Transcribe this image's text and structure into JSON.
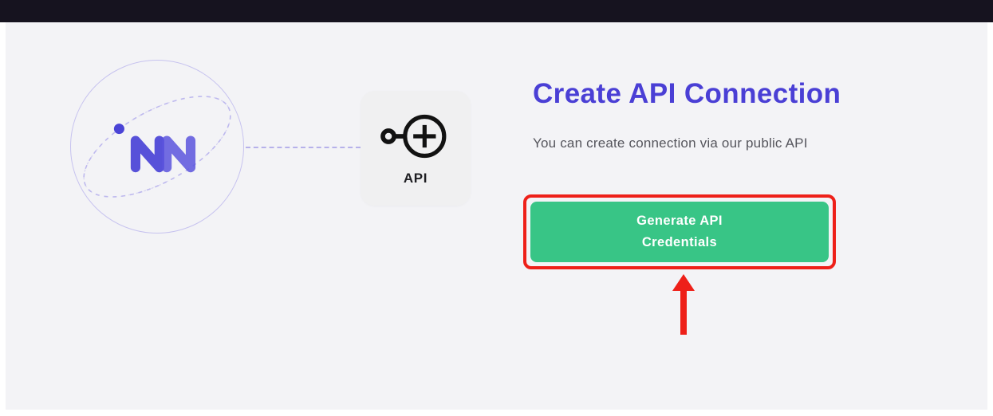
{
  "illustration": {
    "node_label": "API"
  },
  "content": {
    "title": "Create API Connection",
    "subtitle": "You can create connection via our public API",
    "generate_button_label": "Generate API\nCredentials"
  },
  "colors": {
    "accent_indigo": "#4a3fd5",
    "button_green": "#38c586",
    "annotation_red": "#ee2019",
    "logo_indigo": "#4a43d6",
    "topbar_dark": "#16131f",
    "page_background": "#f3f3f6"
  },
  "icons": {
    "brand_logo": "brand-logo-icon",
    "api_node": "key-plus-icon",
    "annotation_arrow": "arrow-up-icon"
  }
}
